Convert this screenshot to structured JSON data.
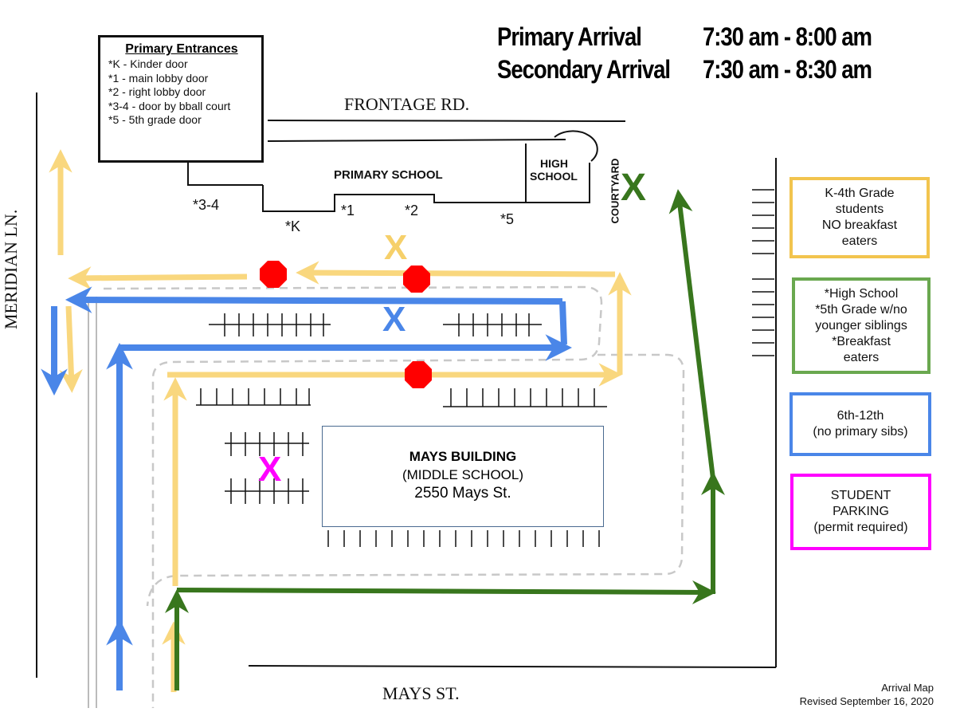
{
  "header": {
    "primary_arrival_label": "Primary Arrival",
    "primary_arrival_time": "7:30 am - 8:00 am",
    "secondary_arrival_label": "Secondary Arrival",
    "secondary_arrival_time": "7:30 am - 8:30 am"
  },
  "entrances": {
    "title": "Primary Entrances",
    "items": [
      "*K - Kinder door",
      "*1 - main lobby door",
      "*2 - right lobby door",
      "*3-4 - door by bball court",
      "*5 - 5th grade door"
    ]
  },
  "roads": {
    "frontage": "FRONTAGE RD.",
    "meridian": "MERIDIAN LN.",
    "mays": "MAYS ST."
  },
  "buildings": {
    "primary_school": "PRIMARY SCHOOL",
    "high_school_line1": "HIGH",
    "high_school_line2": "SCHOOL",
    "courtyard": "COURTYARD",
    "mays_title": "MAYS BUILDING",
    "mays_subtitle": "(MIDDLE SCHOOL)",
    "mays_address": "2550 Mays St."
  },
  "doors": {
    "d34": "*3-4",
    "dk": "*K",
    "d1": "*1",
    "d2": "*2",
    "d5": "*5"
  },
  "markers": {
    "x": "X"
  },
  "legend": [
    {
      "lines": [
        "K-4th Grade",
        "students",
        "NO breakfast",
        "eaters"
      ],
      "color": "#f2c44e"
    },
    {
      "lines": [
        "*High School",
        "*5th Grade w/no",
        "younger siblings",
        "*Breakfast",
        "eaters"
      ],
      "color": "#6aa84f"
    },
    {
      "lines": [
        "6th-12th",
        "(no primary sibs)"
      ],
      "color": "#4a86e8"
    },
    {
      "lines": [
        "STUDENT",
        "PARKING",
        "(permit required)"
      ],
      "color": "#ff00ff"
    }
  ],
  "footer": {
    "line1": "Arrival Map",
    "line2": "Revised September 16, 2020"
  },
  "colors": {
    "yellow": "#f9d77e",
    "blue": "#4a86e8",
    "green": "#38761d",
    "stop": "#ff0000",
    "magenta": "#ff00ff",
    "x_yellow": "#f6d06a",
    "x_green": "#38761d",
    "x_blue": "#4a86e8"
  }
}
